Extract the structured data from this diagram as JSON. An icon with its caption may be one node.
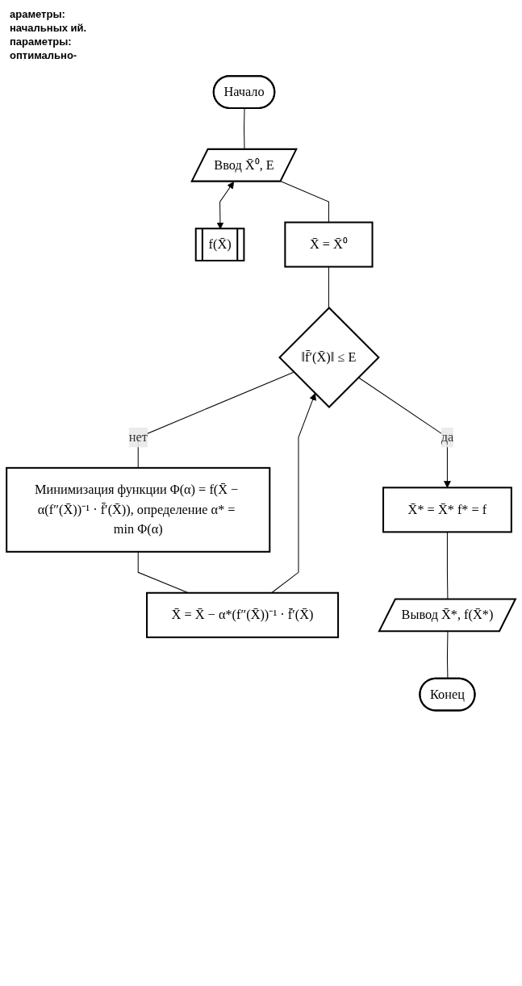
{
  "diagram": {
    "nodes": [
      {
        "text": [
          "Начало"
        ]
      },
      {
        "text": [
          "Ввод X̄⁰, E"
        ]
      },
      {
        "text": [
          "f(X̄)"
        ]
      },
      {
        "text": [
          "X̄ = X̄⁰"
        ]
      },
      {
        "text": [
          "‖f̄′(X̄)‖ ≤ E"
        ]
      },
      {
        "text": [
          "Минимизация функции Φ(α) = f(X̄ − α(f″(X̄))⁻¹ · f̄′(X̄)), определение α* = min Φ(α)"
        ]
      },
      {
        "text": [
          "X̄ = X̄ − α*(f″(X̄))⁻¹ · f̄′(X̄)"
        ]
      },
      {
        "text": [
          "X̄* = X̄*   f* = f"
        ]
      },
      {
        "text": [
          "Вывод X̄*, f(X̄*)"
        ]
      },
      {
        "text": [
          "Конец"
        ]
      }
    ],
    "edges": [
      {
        "from": 0,
        "to": 1,
        "arrow": "none"
      },
      {
        "from": 1,
        "to": 2,
        "arrow": "both"
      },
      {
        "from": 1,
        "to": 3,
        "arrow": "none"
      },
      {
        "from": 3,
        "to": 4,
        "arrow": "none"
      },
      {
        "from": 4,
        "to": 5,
        "label": "нет",
        "arrow": "none"
      },
      {
        "from": 5,
        "to": 6,
        "arrow": "none"
      },
      {
        "from": 6,
        "to": 4,
        "arrow": "to"
      },
      {
        "from": 4,
        "to": 7,
        "label": "да",
        "arrow": "to"
      },
      {
        "from": 7,
        "to": 8,
        "arrow": "none"
      },
      {
        "from": 8,
        "to": 9,
        "arrow": "none"
      }
    ],
    "labels": [
      "араметры:",
      "начальных ий.",
      "параметры:",
      "оптимально-"
    ]
  }
}
